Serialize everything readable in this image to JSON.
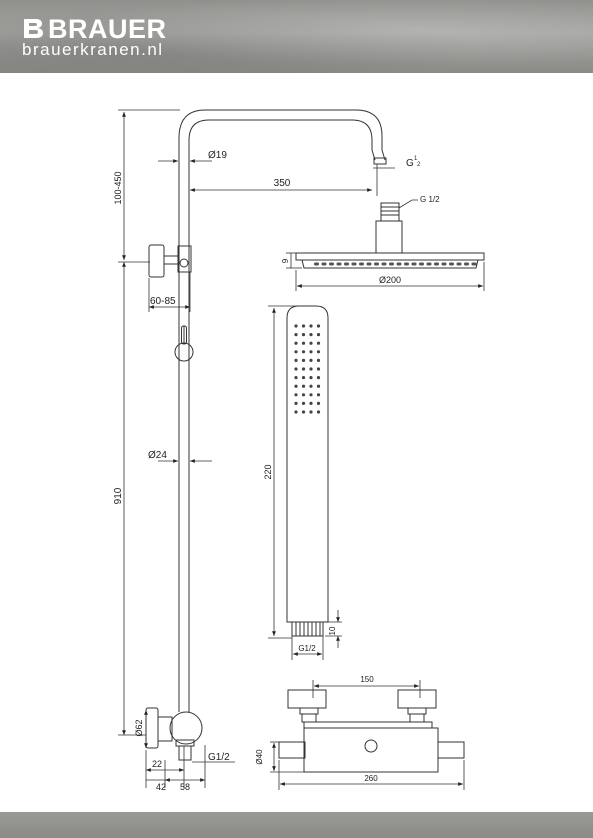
{
  "brand": {
    "name": "BRAUER",
    "website": "brauerkranen.nl"
  },
  "dimensions": {
    "top_adjust": "100-450",
    "arm_diameter": "Ø19",
    "arm_reach": "350",
    "arm_thread": "G",
    "arm_thread_num": "1",
    "arm_thread_den": "2",
    "head_thread": "G 1/2",
    "head_thickness": "9",
    "head_diameter": "Ø200",
    "holder_range": "60-85",
    "pipe_diameter": "Ø24",
    "pipe_length": "910",
    "hand_length": "220",
    "hand_connector": "10",
    "hand_thread": "G1/2",
    "mixer_center": "150",
    "mixer_height": "Ø40",
    "mixer_width": "260",
    "wall_diameter": "Ø62",
    "offset_22": "22",
    "offset_42": "42",
    "offset_58": "58",
    "bottom_thread": "G1/2"
  }
}
